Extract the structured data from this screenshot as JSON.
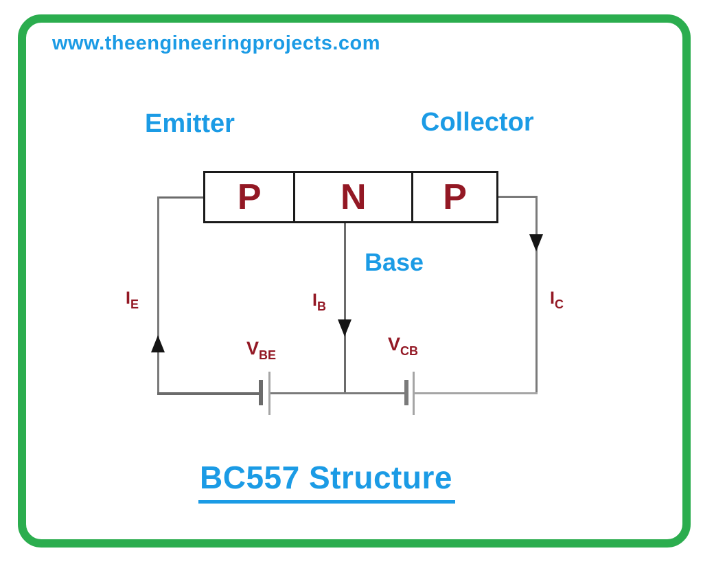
{
  "header": {
    "url": "www.theengineeringprojects.com"
  },
  "labels": {
    "emitter": "Emitter",
    "collector": "Collector",
    "base": "Base"
  },
  "regions": [
    "P",
    "N",
    "P"
  ],
  "currents": {
    "emitter": {
      "base": "I",
      "sub": "E"
    },
    "base": {
      "base": "I",
      "sub": "B"
    },
    "collector": {
      "base": "I",
      "sub": "C"
    }
  },
  "voltages": {
    "base_emitter": {
      "base": "V",
      "sub": "BE"
    },
    "collector_base": {
      "base": "V",
      "sub": "CB"
    }
  },
  "title": "BC557 Structure",
  "colors": {
    "accent_blue": "#1b9be5",
    "label_dark_red": "#931824",
    "frame_green": "#2bad4e",
    "wire_gray": "#7a7a7a",
    "box_border_black": "#1a1a1a"
  }
}
